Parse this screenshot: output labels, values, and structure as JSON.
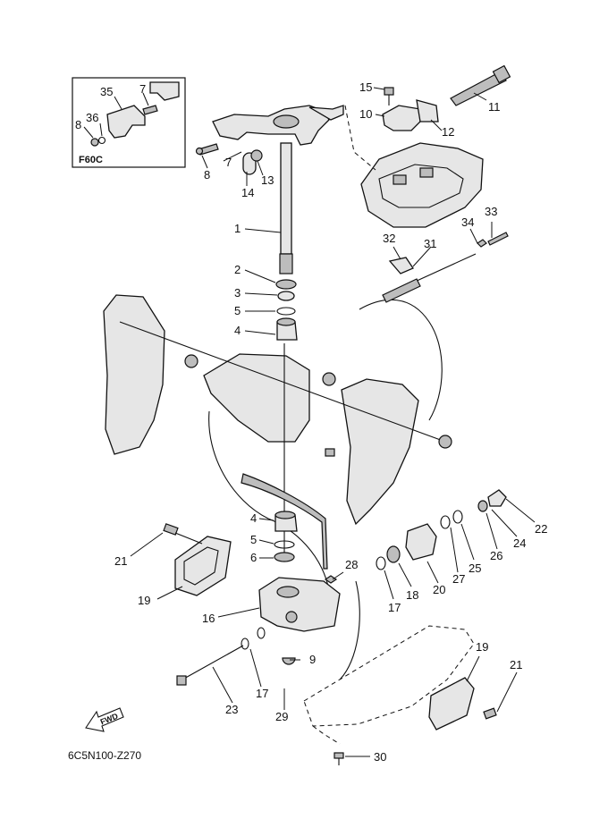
{
  "inset": {
    "label": "F60C"
  },
  "drawing_code": "6C5N100-Z270",
  "fwd_arrow": {
    "label": "FWD"
  },
  "callouts": {
    "c1": "1",
    "c2": "2",
    "c3": "3",
    "c4a": "4",
    "c4b": "4",
    "c5a": "5",
    "c5b": "5",
    "c6": "6",
    "c7a": "7",
    "c7b": "7",
    "c8a": "8",
    "c8b": "8",
    "c9": "9",
    "c10": "10",
    "c11": "11",
    "c12": "12",
    "c13": "13",
    "c14": "14",
    "c15": "15",
    "c16": "16",
    "c17a": "17",
    "c17b": "17",
    "c18": "18",
    "c19a": "19",
    "c19b": "19",
    "c20": "20",
    "c21a": "21",
    "c21b": "21",
    "c22": "22",
    "c23": "23",
    "c24": "24",
    "c25": "25",
    "c26": "26",
    "c27": "27",
    "c28": "28",
    "c29": "29",
    "c30": "30",
    "c31": "31",
    "c32": "32",
    "c33": "33",
    "c34": "34",
    "c35": "35",
    "c36": "36"
  }
}
